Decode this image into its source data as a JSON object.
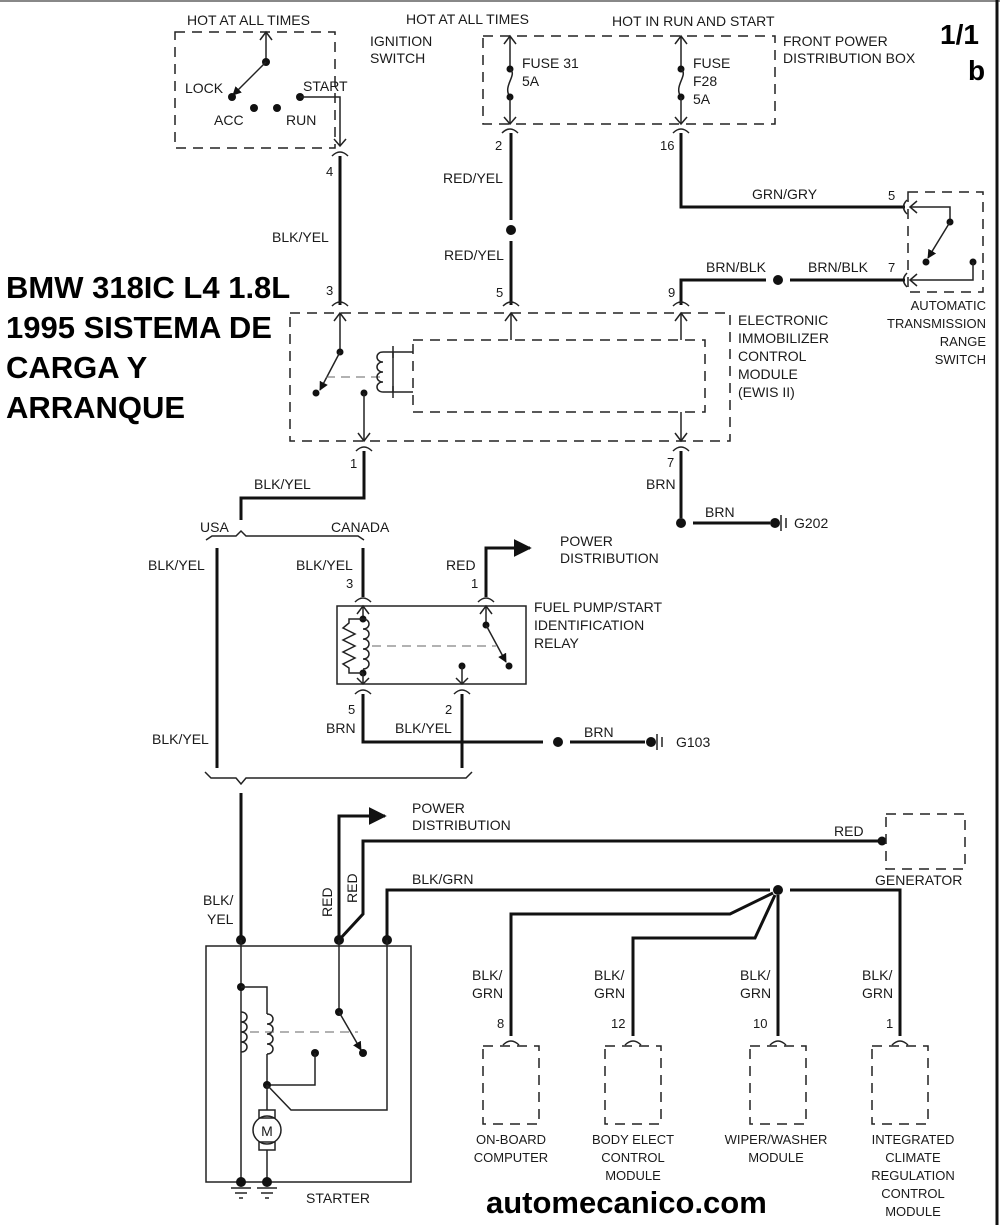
{
  "title": {
    "lines": [
      "BMW 318IC L4 1.8L",
      "1995 SISTEMA DE",
      "CARGA Y",
      "ARRANQUE"
    ]
  },
  "page": {
    "number": "1/1",
    "suffix": "b"
  },
  "watermark": "automecanico.com",
  "power_labels": {
    "hot_at_all_times_1": "HOT AT ALL TIMES",
    "hot_at_all_times_2": "HOT AT ALL TIMES",
    "hot_in_run_and_start": "HOT IN RUN AND START"
  },
  "ignition_switch": {
    "name": [
      "IGNITION",
      "SWITCH"
    ],
    "positions": {
      "lock": "LOCK",
      "acc": "ACC",
      "run": "RUN",
      "start": "START"
    },
    "pin": "4"
  },
  "front_power_distribution_box": {
    "name": [
      "FRONT POWER",
      "DISTRIBUTION BOX"
    ],
    "fuse1": [
      "FUSE 31",
      "5A"
    ],
    "fuse2": [
      "FUSE",
      "F28",
      "5A"
    ],
    "pin1": "2",
    "pin2": "16"
  },
  "ews": {
    "name": [
      "ELECTRONIC",
      "IMMOBILIZER",
      "CONTROL",
      "MODULE",
      "(EWIS II)"
    ],
    "pins": {
      "in_ign": "3",
      "in_fuse": "5",
      "in_trans": "9",
      "out_start": "1",
      "out_gnd": "7"
    }
  },
  "trans_range_switch": {
    "name": [
      "AUTOMATIC",
      "TRANSMISSION",
      "RANGE",
      "SWITCH"
    ],
    "pins": {
      "top": "5",
      "bottom": "7"
    }
  },
  "relay": {
    "name": [
      "FUEL PUMP/START",
      "IDENTIFICATION",
      "RELAY"
    ],
    "pins": {
      "p3": "3",
      "p1": "1",
      "p5": "5",
      "p2": "2"
    }
  },
  "variants": {
    "usa": "USA",
    "canada": "CANADA"
  },
  "power_distribution": {
    "relay": [
      "POWER",
      "DISTRIBUTION"
    ],
    "starter": [
      "POWER",
      "DISTRIBUTION"
    ]
  },
  "grounds": {
    "g202": "G202",
    "g103": "G103"
  },
  "wires": {
    "ign_to_ews": "BLK/YEL",
    "fuse_to_ews_a": "RED/YEL",
    "fuse_to_ews_b": "RED/YEL",
    "f28_to_trans": "GRN/GRY",
    "trans_to_ews_a": "BRN/BLK",
    "trans_to_ews_b": "BRN/BLK",
    "ews_out": "BLK/YEL",
    "ews_gnd": "BRN",
    "ews_gnd_b": "BRN",
    "usa_wire": "BLK/YEL",
    "canada_wire": "BLK/YEL",
    "relay_red": "RED",
    "relay_p5": "BRN",
    "relay_p2": "BLK/YEL",
    "relay_gnd": "BRN",
    "usa_lower": "BLK/YEL",
    "starter_in": [
      "BLK/",
      "YEL"
    ],
    "starter_red1": "RED",
    "starter_red2": "RED",
    "gen_red": "RED",
    "blk_grn_main": "BLK/GRN",
    "m1": [
      "BLK/",
      "GRN"
    ],
    "m2": [
      "BLK/",
      "GRN"
    ],
    "m3": [
      "BLK/",
      "GRN"
    ],
    "m4": [
      "BLK/",
      "GRN"
    ]
  },
  "generator": {
    "name": "GENERATOR"
  },
  "starter": {
    "name": "STARTER",
    "motor": "M"
  },
  "modules": [
    {
      "pin": "8",
      "name": [
        "ON-BOARD",
        "COMPUTER"
      ]
    },
    {
      "pin": "12",
      "name": [
        "BODY ELECT",
        "CONTROL",
        "MODULE"
      ]
    },
    {
      "pin": "10",
      "name": [
        "WIPER/WASHER",
        "MODULE"
      ]
    },
    {
      "pin": "1",
      "name": [
        "INTEGRATED",
        "CLIMATE",
        "REGULATION",
        "CONTROL",
        "MODULE"
      ]
    }
  ]
}
